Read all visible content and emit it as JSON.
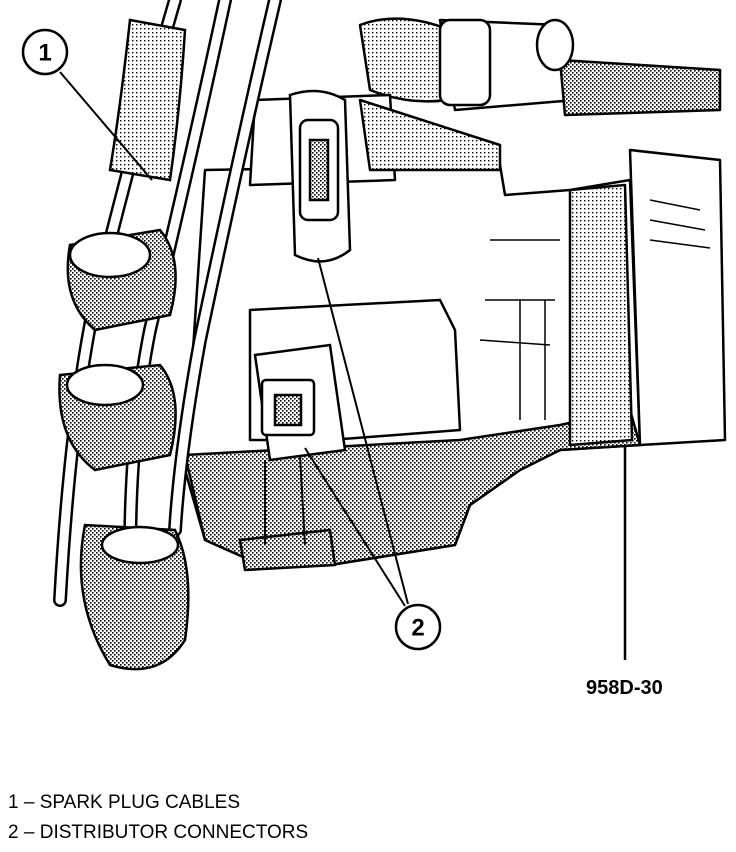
{
  "figure_id": "958D-30",
  "callouts": [
    {
      "number": "1"
    },
    {
      "number": "2"
    }
  ],
  "legend": [
    {
      "number": "1",
      "separator": "–",
      "text": "SPARK PLUG CABLES"
    },
    {
      "number": "2",
      "separator": "–",
      "text": "DISTRIBUTOR CONNECTORS"
    }
  ]
}
